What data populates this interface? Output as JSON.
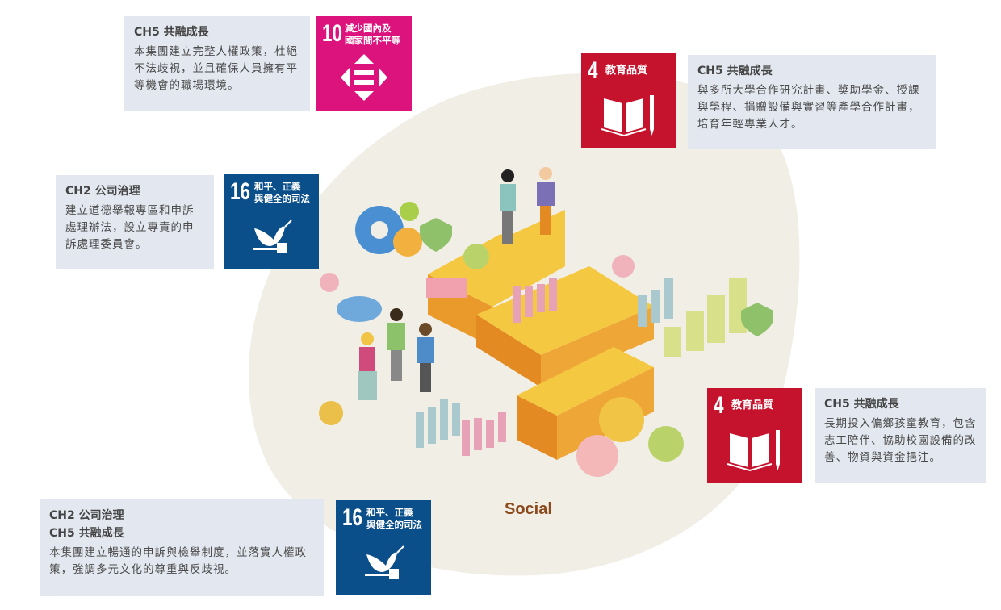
{
  "center_label": "Social",
  "colors": {
    "sdg10": "#dc137d",
    "sdg4": "#c5122d",
    "sdg16": "#0b4f8a",
    "card_bg": "#e3e7ef",
    "blob": "#f1eee6",
    "social_text": "#8c4a1c"
  },
  "cards": [
    {
      "headings": [
        "CH5 共融成長"
      ],
      "text": "本集團建立完整人權政策，杜絕不法歧視，並且確保人員擁有平等機會的職場環境。",
      "sdg": {
        "number": "10",
        "label_line1": "減少國內及",
        "label_line2": "國家間不平等",
        "icon": "reduced-inequalities-icon"
      }
    },
    {
      "headings": [
        "CH5 共融成長"
      ],
      "text": "與多所大學合作研究計畫、獎助學金、授課與學程、捐贈設備與實習等產學合作計畫，培育年輕專業人才。",
      "sdg": {
        "number": "4",
        "label_line1": "教育品質",
        "label_line2": "",
        "icon": "book-pencil-icon"
      }
    },
    {
      "headings": [
        "CH2 公司治理"
      ],
      "text": "建立道德舉報專區和申訴處理辦法，設立專責的申訴處理委員會。",
      "sdg": {
        "number": "16",
        "label_line1": "和平、正義",
        "label_line2": "與健全的司法",
        "icon": "dove-gavel-icon"
      }
    },
    {
      "headings": [
        "CH5 共融成長"
      ],
      "text": "長期投入偏鄉孩童教育，包含志工陪伴、協助校園設備的改善、物資與資金挹注。",
      "sdg": {
        "number": "4",
        "label_line1": "教育品質",
        "label_line2": "",
        "icon": "book-pencil-icon"
      }
    },
    {
      "headings": [
        "CH2 公司治理",
        "CH5 共融成長"
      ],
      "text": "本集團建立暢通的申訴與檢舉制度，並落實人權政策，強調多元文化的尊重與反歧視。",
      "sdg": {
        "number": "16",
        "label_line1": "和平、正義",
        "label_line2": "與健全的司法",
        "icon": "dove-gavel-icon"
      }
    }
  ]
}
